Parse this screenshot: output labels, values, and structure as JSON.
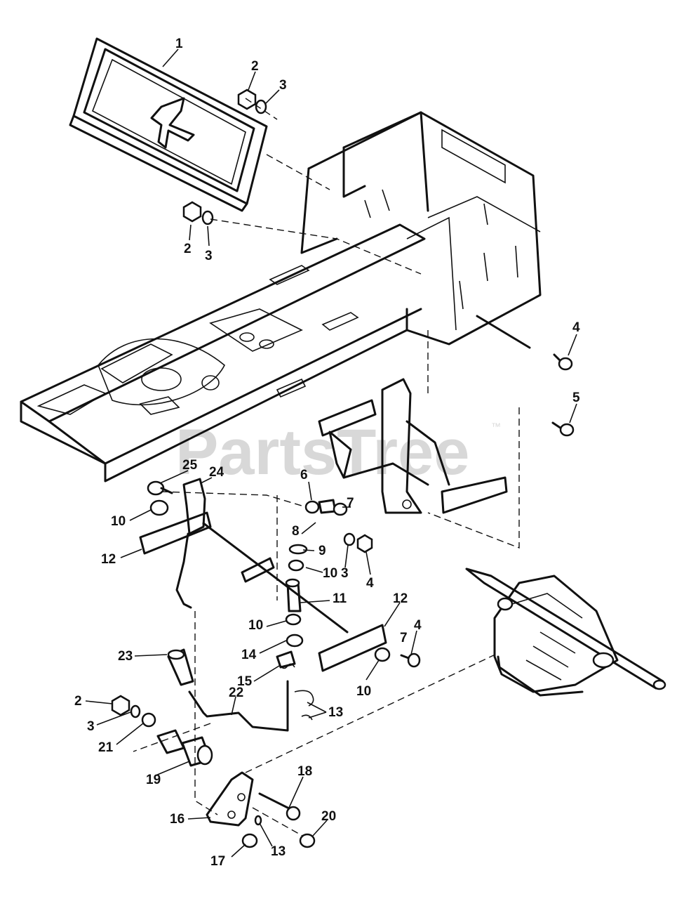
{
  "watermark": {
    "brand": "PartsTree",
    "trademark": "™"
  },
  "callouts": [
    {
      "id": "c1",
      "label": "1"
    },
    {
      "id": "c2a",
      "label": "2"
    },
    {
      "id": "c3a",
      "label": "3"
    },
    {
      "id": "c2b",
      "label": "2"
    },
    {
      "id": "c3b",
      "label": "3"
    },
    {
      "id": "c4a",
      "label": "4"
    },
    {
      "id": "c5",
      "label": "5"
    },
    {
      "id": "c25",
      "label": "25"
    },
    {
      "id": "c24",
      "label": "24"
    },
    {
      "id": "c6",
      "label": "6"
    },
    {
      "id": "c7a",
      "label": "7"
    },
    {
      "id": "c10a",
      "label": "10"
    },
    {
      "id": "c8",
      "label": "8"
    },
    {
      "id": "c9",
      "label": "9"
    },
    {
      "id": "c3c",
      "label": "3"
    },
    {
      "id": "c4b",
      "label": "4"
    },
    {
      "id": "c12a",
      "label": "12"
    },
    {
      "id": "c10b",
      "label": "10"
    },
    {
      "id": "c11",
      "label": "11"
    },
    {
      "id": "c12b",
      "label": "12"
    },
    {
      "id": "c10c",
      "label": "10"
    },
    {
      "id": "c14",
      "label": "14"
    },
    {
      "id": "c4c",
      "label": "4"
    },
    {
      "id": "c7b",
      "label": "7"
    },
    {
      "id": "c23",
      "label": "23"
    },
    {
      "id": "c15",
      "label": "15"
    },
    {
      "id": "c10d",
      "label": "10"
    },
    {
      "id": "c2c",
      "label": "2"
    },
    {
      "id": "c22",
      "label": "22"
    },
    {
      "id": "c13a",
      "label": "13"
    },
    {
      "id": "c3d",
      "label": "3"
    },
    {
      "id": "c21",
      "label": "21"
    },
    {
      "id": "c19",
      "label": "19"
    },
    {
      "id": "c18",
      "label": "18"
    },
    {
      "id": "c16",
      "label": "16"
    },
    {
      "id": "c20",
      "label": "20"
    },
    {
      "id": "c17",
      "label": "17"
    },
    {
      "id": "c13b",
      "label": "13"
    }
  ]
}
